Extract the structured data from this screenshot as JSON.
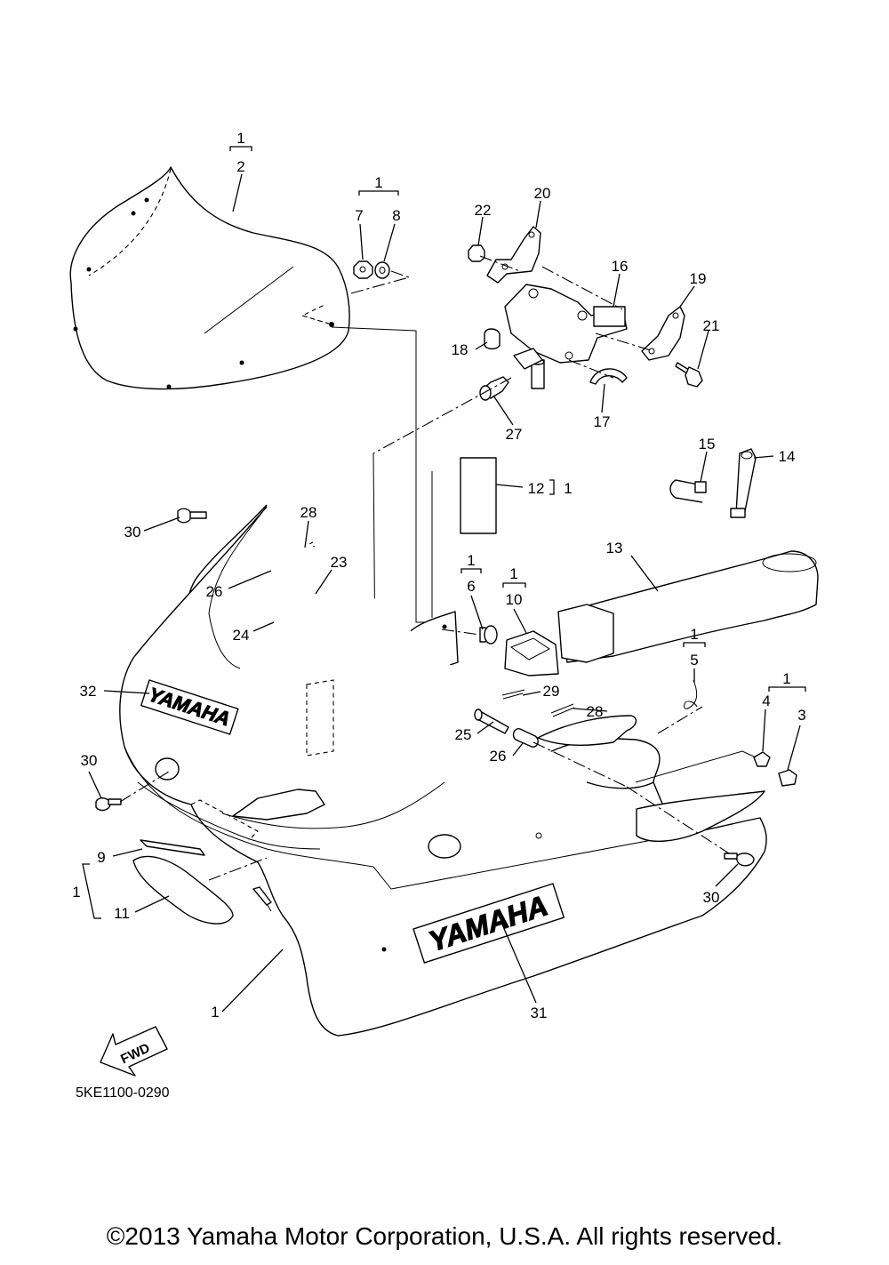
{
  "diagram_code": "5KE1100-0290",
  "copyright": "©2013 Yamaha Motor Corporation, U.S.A. All rights reserved.",
  "fwd_label": "FWD",
  "logo_text": "YAMAHA",
  "callouts": [
    {
      "id": "c1-top",
      "text": "1"
    },
    {
      "id": "c2",
      "text": "2"
    },
    {
      "id": "c1-78",
      "text": "1"
    },
    {
      "id": "c7",
      "text": "7"
    },
    {
      "id": "c8",
      "text": "8"
    },
    {
      "id": "c22",
      "text": "22"
    },
    {
      "id": "c20",
      "text": "20"
    },
    {
      "id": "c16",
      "text": "16"
    },
    {
      "id": "c19",
      "text": "19"
    },
    {
      "id": "c18",
      "text": "18"
    },
    {
      "id": "c21",
      "text": "21"
    },
    {
      "id": "c27",
      "text": "27"
    },
    {
      "id": "c17",
      "text": "17"
    },
    {
      "id": "c15",
      "text": "15"
    },
    {
      "id": "c14",
      "text": "14"
    },
    {
      "id": "c12",
      "text": "12"
    },
    {
      "id": "c1-12",
      "text": "1"
    },
    {
      "id": "c30-a",
      "text": "30"
    },
    {
      "id": "c28-a",
      "text": "28"
    },
    {
      "id": "c23",
      "text": "23"
    },
    {
      "id": "c26-a",
      "text": "26"
    },
    {
      "id": "c1-6",
      "text": "1"
    },
    {
      "id": "c6",
      "text": "6"
    },
    {
      "id": "c1-10",
      "text": "1"
    },
    {
      "id": "c10",
      "text": "10"
    },
    {
      "id": "c13",
      "text": "13"
    },
    {
      "id": "c24",
      "text": "24"
    },
    {
      "id": "c1-5",
      "text": "1"
    },
    {
      "id": "c5",
      "text": "5"
    },
    {
      "id": "c1-43",
      "text": "1"
    },
    {
      "id": "c4",
      "text": "4"
    },
    {
      "id": "c3",
      "text": "3"
    },
    {
      "id": "c32",
      "text": "32"
    },
    {
      "id": "c29",
      "text": "29"
    },
    {
      "id": "c28-b",
      "text": "28"
    },
    {
      "id": "c25",
      "text": "25"
    },
    {
      "id": "c26-b",
      "text": "26"
    },
    {
      "id": "c30-b",
      "text": "30"
    },
    {
      "id": "c9",
      "text": "9"
    },
    {
      "id": "c1-911",
      "text": "1"
    },
    {
      "id": "c11",
      "text": "11"
    },
    {
      "id": "c30-c",
      "text": "30"
    },
    {
      "id": "c1-bottom",
      "text": "1"
    },
    {
      "id": "c31",
      "text": "31"
    }
  ]
}
